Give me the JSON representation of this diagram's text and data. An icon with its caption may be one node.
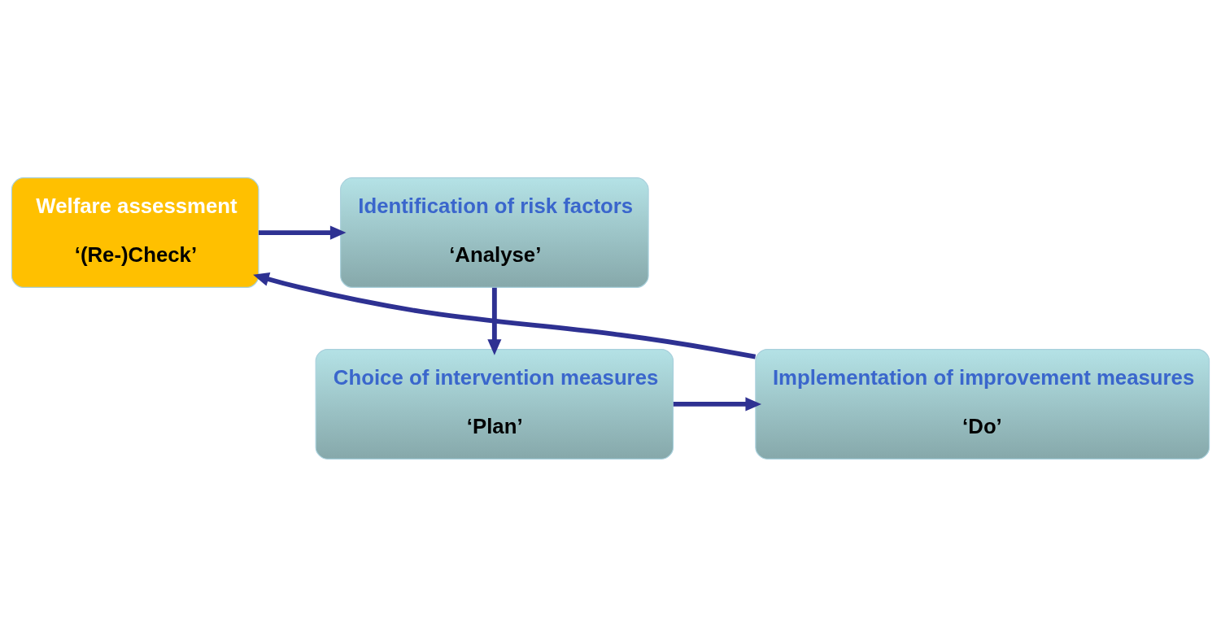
{
  "diagram": {
    "nodes": [
      {
        "text": [
          "Welfare assessment",
          "‘(Re-)Check’"
        ]
      },
      {
        "text": [
          "Identification of risk factors",
          "‘Analyse’"
        ]
      },
      {
        "text": [
          "Choice of intervention measures",
          "‘Plan’"
        ]
      },
      {
        "text": [
          "Implementation of improvement measures",
          "‘Do’"
        ]
      }
    ],
    "edges": [
      {
        "from": 0,
        "to": 1,
        "arrow": "to"
      },
      {
        "from": 1,
        "to": 2,
        "arrow": "to"
      },
      {
        "from": 2,
        "to": 3,
        "arrow": "to"
      },
      {
        "from": 3,
        "to": 0,
        "arrow": "to"
      }
    ]
  }
}
